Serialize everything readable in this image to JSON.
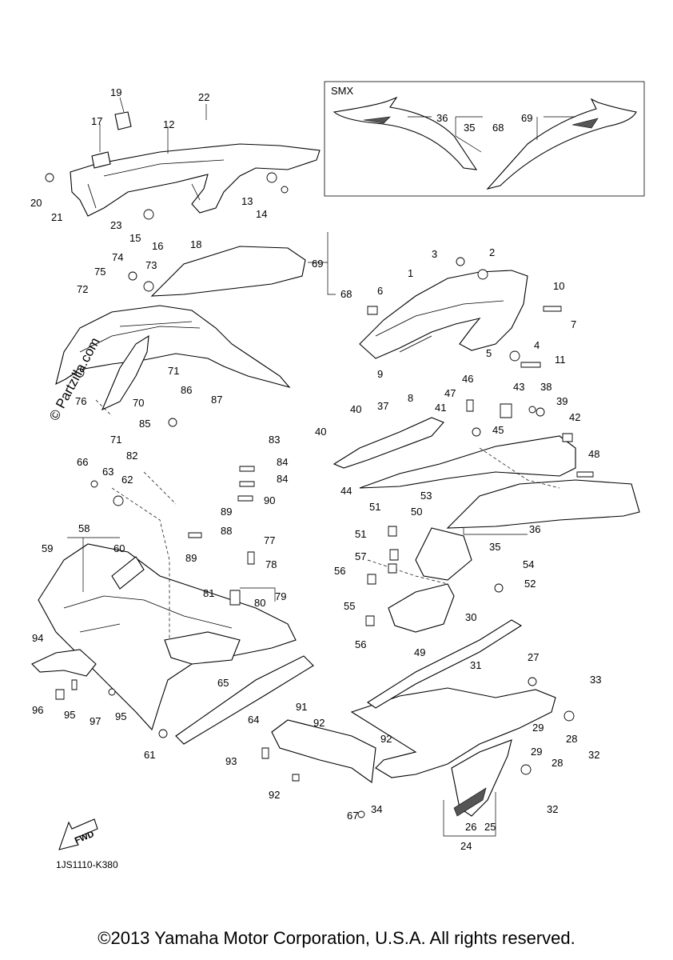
{
  "inset_label": "SMX",
  "callouts": [
    "1",
    "2",
    "3",
    "4",
    "5",
    "6",
    "7",
    "8",
    "9",
    "10",
    "11",
    "12",
    "13",
    "14",
    "15",
    "16",
    "17",
    "18",
    "19",
    "20",
    "21",
    "22",
    "23",
    "24",
    "25",
    "26",
    "27",
    "28",
    "28",
    "29",
    "29",
    "30",
    "31",
    "32",
    "32",
    "33",
    "34",
    "35",
    "35",
    "36",
    "36",
    "37",
    "38",
    "39",
    "40",
    "40",
    "41",
    "42",
    "43",
    "44",
    "45",
    "46",
    "47",
    "48",
    "49",
    "50",
    "51",
    "51",
    "52",
    "53",
    "54",
    "55",
    "56",
    "56",
    "57",
    "58",
    "59",
    "60",
    "61",
    "62",
    "63",
    "64",
    "65",
    "66",
    "67",
    "68",
    "68",
    "69",
    "69",
    "70",
    "71",
    "71",
    "72",
    "73",
    "74",
    "75",
    "76",
    "77",
    "78",
    "79",
    "80",
    "81",
    "82",
    "83",
    "84",
    "84",
    "85",
    "86",
    "87",
    "88",
    "89",
    "89",
    "90",
    "91",
    "92",
    "92",
    "92",
    "93",
    "94",
    "95",
    "95",
    "96",
    "97"
  ],
  "fwd_label": "FWD",
  "diagram_code": "1JS1110-K380",
  "watermark": "© Partzilla.com",
  "copyright": "©2013 Yamaha Motor Corporation, U.S.A. All rights reserved."
}
